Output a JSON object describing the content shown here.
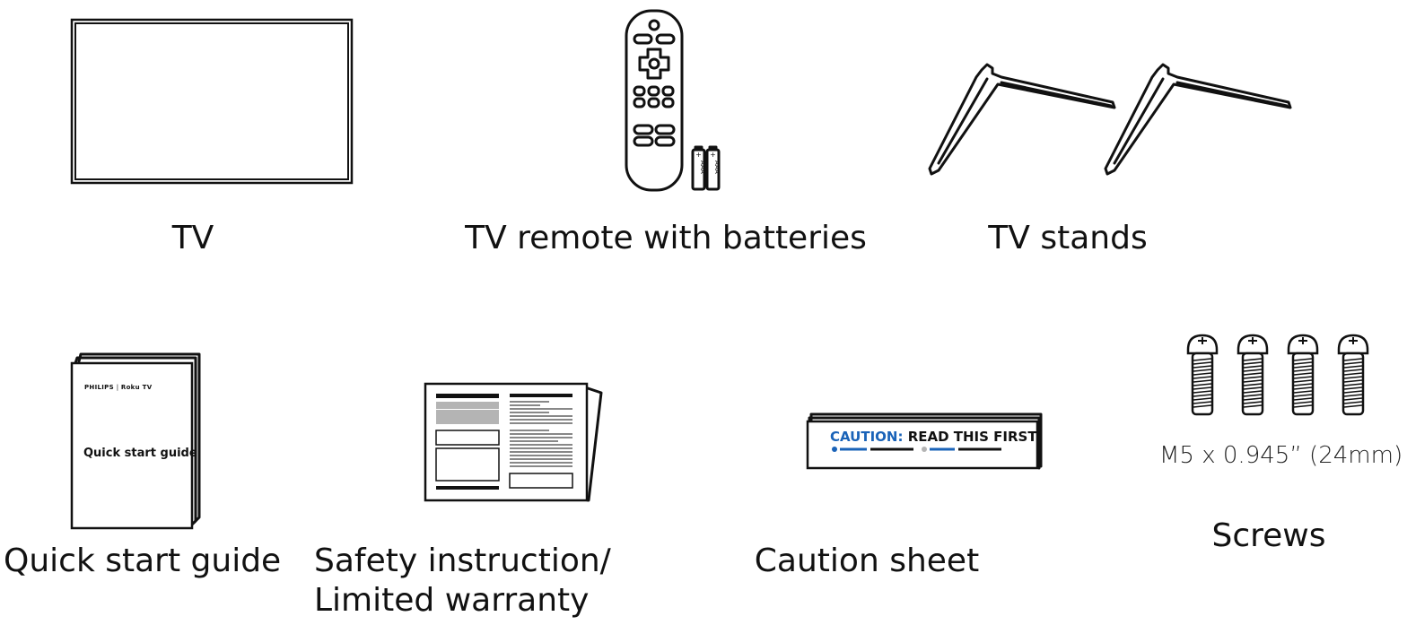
{
  "items": {
    "tv": {
      "label": "TV",
      "icon": "tv-icon"
    },
    "remote": {
      "label": "TV remote with batteries",
      "icon": "remote-icon",
      "battery_text": "AAA"
    },
    "stands": {
      "label": "TV stands",
      "icon": "tv-stand-icon"
    },
    "quick_start": {
      "label": "Quick start guide",
      "icon": "booklet-icon",
      "cover_brand": "PHILIPS",
      "cover_subbrand": "Roku TV",
      "cover_title": "Quick start guide"
    },
    "safety": {
      "label_line1": "Safety instruction/",
      "label_line2": "Limited warranty",
      "icon": "document-icon"
    },
    "caution": {
      "label": "Caution sheet",
      "icon": "caution-sheet-icon",
      "caution_word": "CAUTION:",
      "caution_rest": "READ THIS FIRST"
    },
    "screws": {
      "label": "Screws",
      "icon": "screw-icon",
      "spec": "M5 x 0.945” (24mm)"
    }
  },
  "colors": {
    "guide_blue": "#1a63b8",
    "caution_blue": "#1a63b8",
    "gray": "#b4b4b4"
  }
}
